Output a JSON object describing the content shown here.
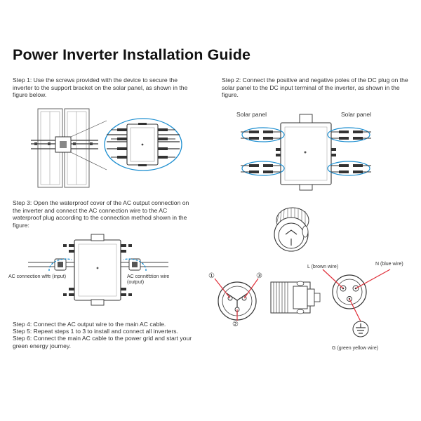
{
  "title": "Power Inverter Installation Guide",
  "steps": {
    "step1": "Step 1: Use the screws provided with the device to secure the inverter to the support bracket on the solar panel, as shown in the figure below.",
    "step2": "Step 2: Connect the positive and negative poles of the DC plug on the solar panel to the DC input terminal of the inverter, as shown in the figure.",
    "step3": "Step 3: Open the waterproof cover of the AC output connection on the inverter and connect the AC connection wire to the AC waterproof plug according to the connection method shown in the figure:",
    "step4": "Step 4: Connect the AC output wire to the main AC cable.",
    "step5": "Step 5: Repeat steps 1 to 3 to install and connect all inverters.",
    "step6": "Step 6: Connect the main AC cable to the power grid and start your green energy journey."
  },
  "labels": {
    "solar_panel_left": "Solar panel",
    "solar_panel_right": "Solar panel",
    "ac_input": "AC connection wire (input)",
    "ac_output_line1": "AC connection wire",
    "ac_output_line2": "(output)",
    "pin1": "①",
    "pin2": "②",
    "pin3": "③",
    "l_wire": "L (brown wire)",
    "n_wire": "N (blue wire)",
    "g_wire": "G (green yellow wire)"
  },
  "colors": {
    "highlight": "#1c8ed0",
    "marker": "#e0303a",
    "line": "#444444"
  }
}
